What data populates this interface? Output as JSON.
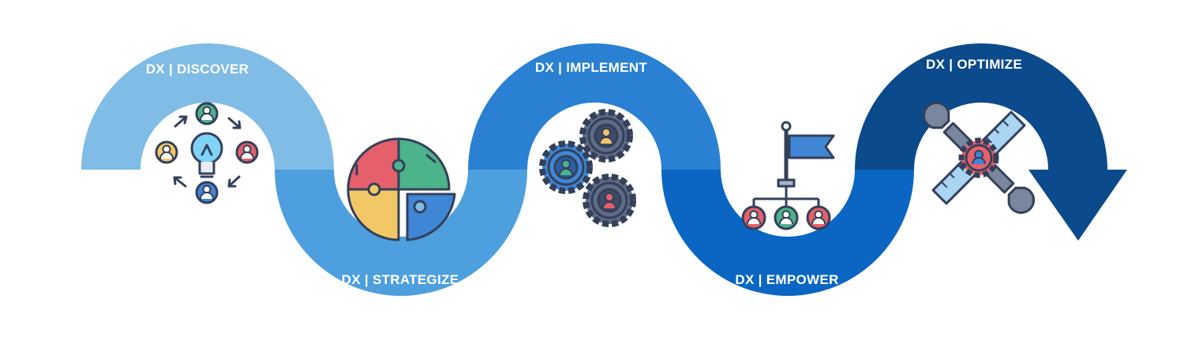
{
  "stages": [
    {
      "label": "DX | DISCOVER",
      "color": "#7FBCE6",
      "icon": "idea-collaboration-icon"
    },
    {
      "label": "DX | STRATEGIZE",
      "color": "#4D9FDE",
      "icon": "puzzle-strategy-icon"
    },
    {
      "label": "DX | IMPLEMENT",
      "color": "#2A80D2",
      "icon": "gears-team-icon"
    },
    {
      "label": "DX | EMPOWER",
      "color": "#0A66C2",
      "icon": "flag-hierarchy-icon"
    },
    {
      "label": "DX | OPTIMIZE",
      "color": "#0B4A8B",
      "icon": "tools-optimize-icon"
    }
  ]
}
